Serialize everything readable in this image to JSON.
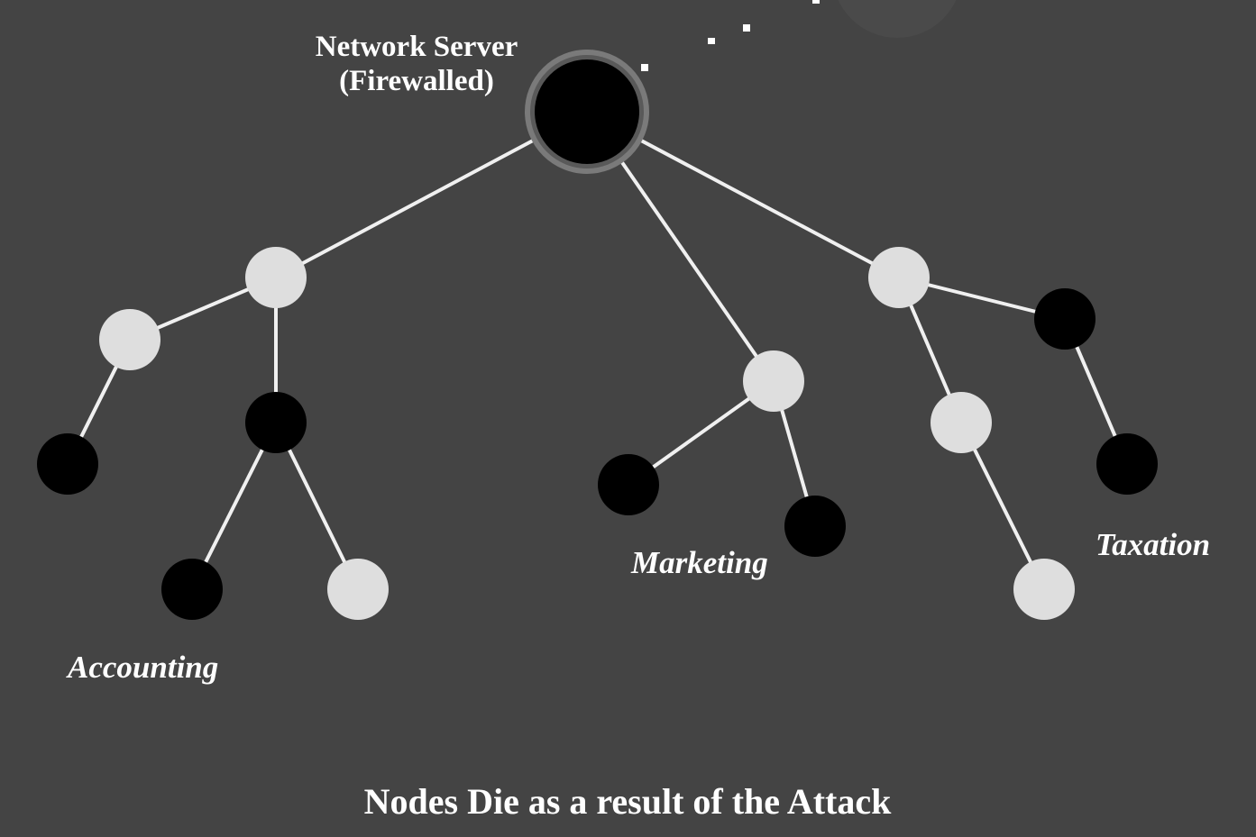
{
  "server": {
    "label_line1": "Network Server",
    "label_line2": "(Firewalled)"
  },
  "groups": {
    "accounting": "Accounting",
    "marketing": "Marketing",
    "taxation": "Taxation"
  },
  "caption": "Nodes Die as a result of the Attack",
  "colors": {
    "background": "#444444",
    "alive_node": "#dedede",
    "dead_node": "#000000",
    "edge": "#f0f0f0",
    "server_ring": "#7a7a7a",
    "text": "#ffffff"
  },
  "nodes": [
    {
      "id": "server",
      "state": "dead"
    },
    {
      "id": "acc-hub",
      "state": "alive"
    },
    {
      "id": "acc-left",
      "state": "alive"
    },
    {
      "id": "acc-left-leaf",
      "state": "dead"
    },
    {
      "id": "acc-mid",
      "state": "dead"
    },
    {
      "id": "acc-mid-leaf-1",
      "state": "dead"
    },
    {
      "id": "acc-mid-leaf-2",
      "state": "alive"
    },
    {
      "id": "mkt-hub",
      "state": "alive"
    },
    {
      "id": "mkt-leaf-1",
      "state": "dead"
    },
    {
      "id": "mkt-leaf-2",
      "state": "dead"
    },
    {
      "id": "tax-hub",
      "state": "alive"
    },
    {
      "id": "tax-right",
      "state": "dead"
    },
    {
      "id": "tax-right-leaf",
      "state": "dead"
    },
    {
      "id": "tax-mid",
      "state": "alive"
    },
    {
      "id": "tax-mid-leaf",
      "state": "alive"
    }
  ],
  "edges": [
    [
      "server",
      "acc-hub"
    ],
    [
      "server",
      "mkt-hub"
    ],
    [
      "server",
      "tax-hub"
    ],
    [
      "acc-hub",
      "acc-left"
    ],
    [
      "acc-hub",
      "acc-mid"
    ],
    [
      "acc-left",
      "acc-left-leaf"
    ],
    [
      "acc-mid",
      "acc-mid-leaf-1"
    ],
    [
      "acc-mid",
      "acc-mid-leaf-2"
    ],
    [
      "mkt-hub",
      "mkt-leaf-1"
    ],
    [
      "mkt-hub",
      "mkt-leaf-2"
    ],
    [
      "tax-hub",
      "tax-right"
    ],
    [
      "tax-hub",
      "tax-mid"
    ],
    [
      "tax-right",
      "tax-right-leaf"
    ],
    [
      "tax-mid",
      "tax-mid-leaf"
    ]
  ]
}
